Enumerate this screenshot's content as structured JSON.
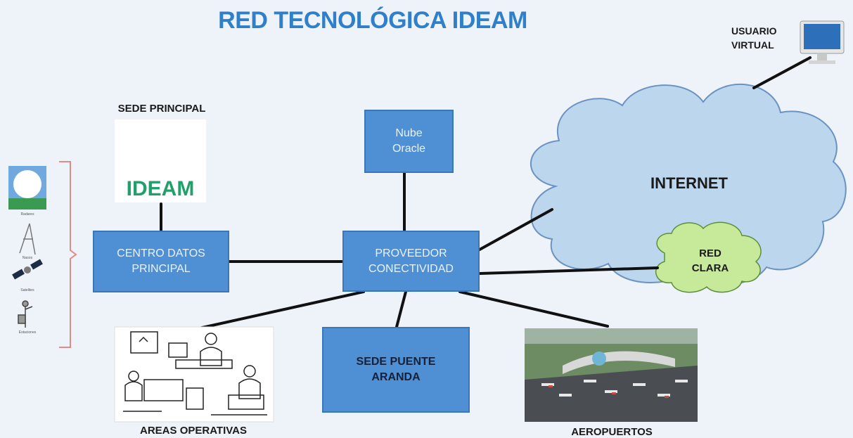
{
  "title": "RED TECNOLÓGICA IDEAM",
  "sede_principal": {
    "label": "SEDE PRINCIPAL",
    "logo_text": "IDEAM"
  },
  "nodes": {
    "nube_oracle": {
      "line1": "Nube",
      "line2": "Oracle"
    },
    "centro_datos": {
      "line1": "CENTRO DATOS",
      "line2": "PRINCIPAL"
    },
    "proveedor": {
      "line1": "PROVEEDOR",
      "line2": "CONECTIVIDAD"
    },
    "sede_puente": {
      "line1": "SEDE PUENTE",
      "line2": "ARANDA"
    }
  },
  "internet": {
    "label": "INTERNET"
  },
  "red_clara": {
    "line1": "RED",
    "line2": "CLARA"
  },
  "usuario_virtual": {
    "line1": "USUARIO",
    "line2": "VIRTUAL"
  },
  "areas_operativas": {
    "label": "AREAS OPERATIVAS"
  },
  "aeropuertos": {
    "label": "AEROPUERTOS"
  },
  "side_captions": [
    "Radares",
    "Nasos",
    "Satelites",
    "Estaciones"
  ],
  "colors": {
    "box_fill": "#4f8fd3",
    "title": "#2f7fc9",
    "cloud_fill": "#bcd6ee",
    "red_clara_fill": "#c7ea9a",
    "bracket": "#e08a8a"
  }
}
